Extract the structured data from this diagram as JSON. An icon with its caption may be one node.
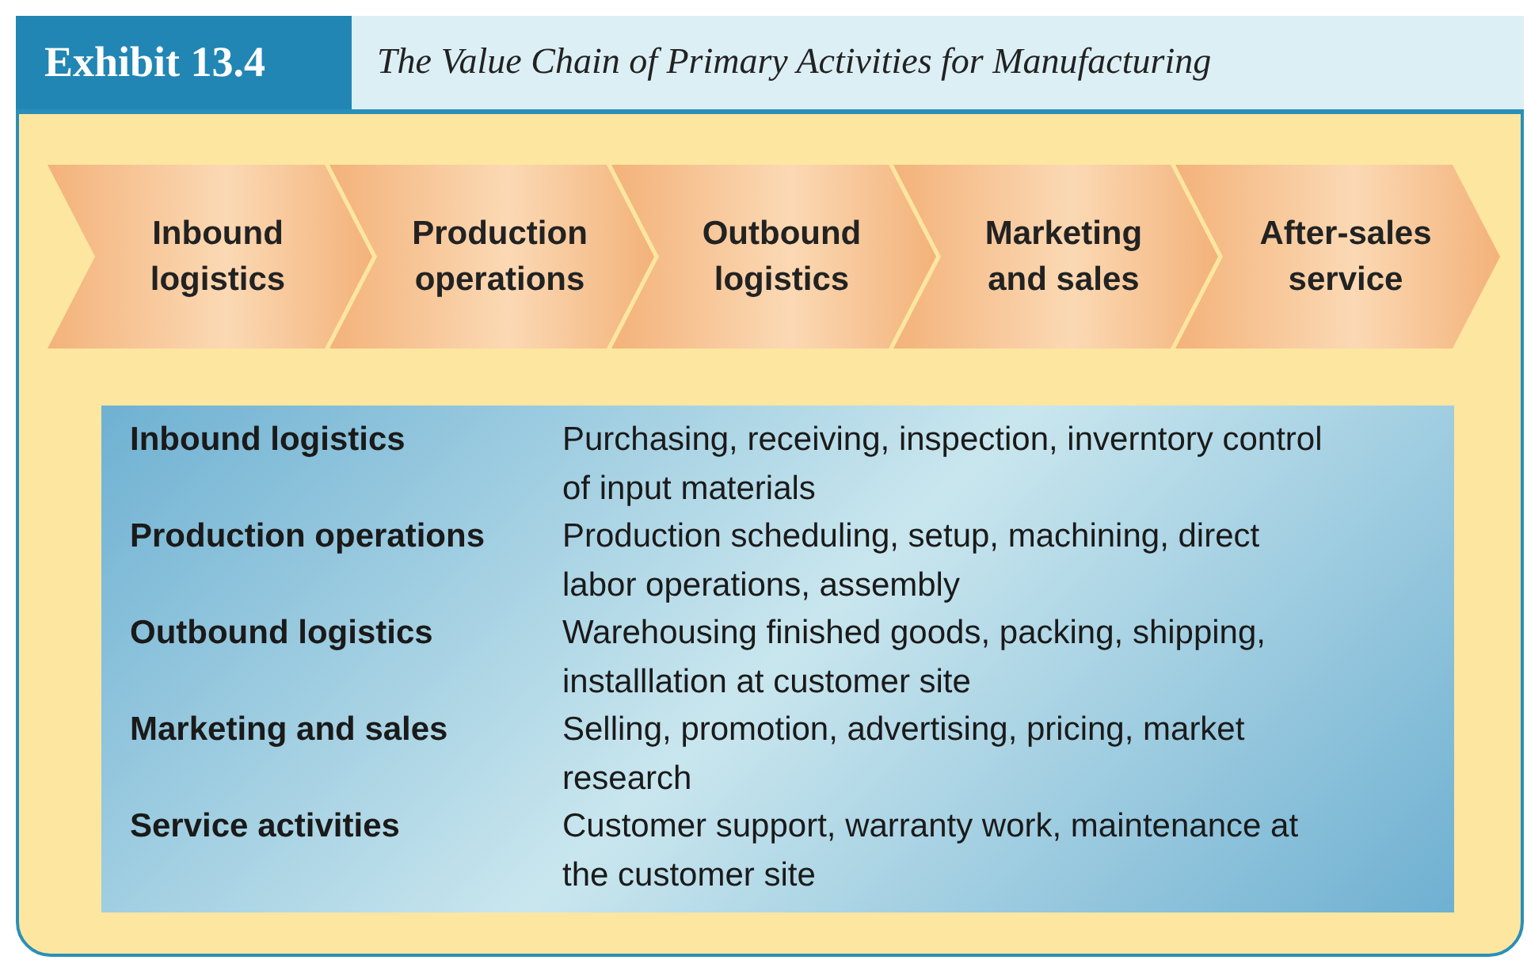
{
  "diagram": {
    "title": "The Value Chain of Primary Activities for Manufacturing",
    "nodes": [
      {
        "text": [
          "Inbound logistics"
        ]
      },
      {
        "text": [
          "Production operations"
        ]
      },
      {
        "text": [
          "Outbound logistics"
        ]
      },
      {
        "text": [
          "Marketing and sales"
        ]
      },
      {
        "text": [
          "After-sales service"
        ]
      }
    ],
    "labels": [
      "Exhibit 13.4",
      "Inbound logistics",
      "Purchasing, receiving, inspection, inverntory control of input materials",
      "Production operations",
      "Production scheduling, setup, machining, direct labor operations, assembly",
      "Outbound logistics",
      "Warehousing finished goods, packing, shipping, installlation at customer site",
      "Marketing and sales",
      "Selling, promotion, advertising, pricing, market research",
      "Service activities",
      "Customer support, warranty work, maintenance at the customer site"
    ]
  }
}
